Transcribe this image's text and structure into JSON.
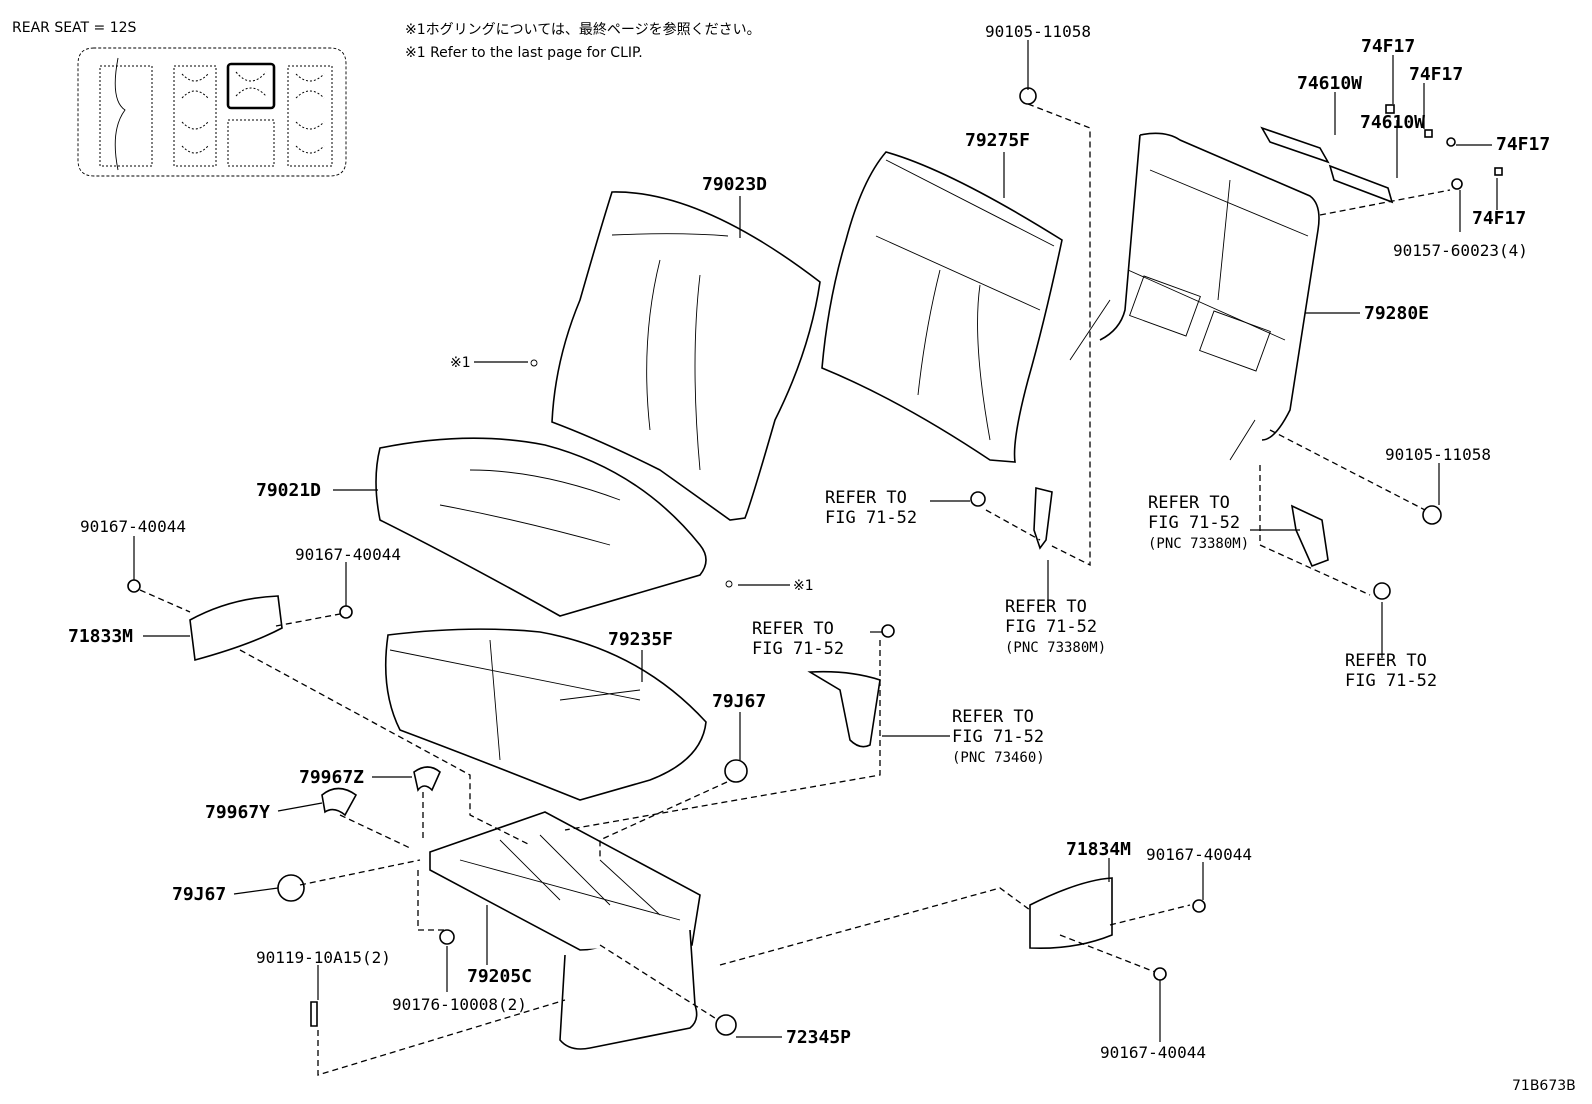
{
  "header": {
    "rear_seat": "REAR SEAT = 12S",
    "note_jp": "※1ホグリングについては、最終ページを参照ください。",
    "note_en": "※1 Refer to the last page for CLIP."
  },
  "footer": {
    "diagram_id": "71B673B"
  },
  "callouts": {
    "p79023D": "79023D",
    "p79275F": "79275F",
    "p79021D": "79021D",
    "p79235F": "79235F",
    "p79280E": "79280E",
    "p74610W_a": "74610W",
    "p74610W_b": "74610W",
    "p74F17_a": "74F17",
    "p74F17_b": "74F17",
    "p74F17_c": "74F17",
    "p74F17_d": "74F17",
    "p90157": "90157-60023(4)",
    "p90105_top": "90105-11058",
    "p90105_right": "90105-11058",
    "p90167_a": "90167-40044",
    "p90167_b": "90167-40044",
    "p90167_c": "90167-40044",
    "p90167_d": "90167-40044",
    "p71833M": "71833M",
    "p71834M": "71834M",
    "p79J67_a": "79J67",
    "p79J67_b": "79J67",
    "p79967Z": "79967Z",
    "p79967Y": "79967Y",
    "p79205C": "79205C",
    "p90119": "90119-10A15(2)",
    "p90176": "90176-10008(2)",
    "p72345P": "72345P",
    "clip_a": "※1",
    "clip_b": "※1"
  },
  "refers": {
    "r1_line1": "REFER TO",
    "r1_line2": "FIG 71-52",
    "r2_line1": "REFER TO",
    "r2_line2": "FIG 71-52",
    "r2_pnc": "(PNC 73380M)",
    "r3_line1": "REFER TO",
    "r3_line2": "FIG 71-52",
    "r3_pnc": "(PNC 73380M)",
    "r4_line1": "REFER TO",
    "r4_line2": "FIG 71-52",
    "r5_line1": "REFER TO",
    "r5_line2": "FIG 71-52",
    "r6_line1": "REFER TO",
    "r6_line2": "FIG 71-52",
    "r6_pnc": "(PNC 73460)"
  }
}
